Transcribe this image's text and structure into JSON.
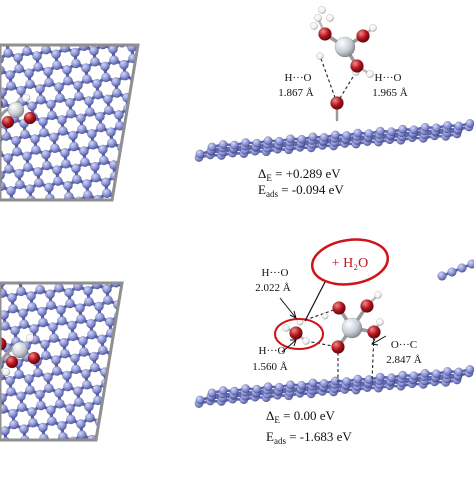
{
  "colors": {
    "carbon": "#8c94d8",
    "carbon_edge": "#5f67b4",
    "oxygen": "#b3121b",
    "hydrogen": "#f2f2f2",
    "silicon": "#c8ccd4",
    "frame": "#8f8f8f",
    "highlight": "#d0121b"
  },
  "panel_top": {
    "bond_left": {
      "name": "H···O",
      "value": "1.867 Å"
    },
    "bond_right": {
      "name": "H···O",
      "value": "1.965 Å"
    },
    "delta_e": {
      "symbol": "Δ",
      "subscript": "E",
      "value": " = +0.289 eV"
    },
    "e_ads": {
      "symbol": "E",
      "subscript": "ads",
      "value": " = -0.094 eV"
    }
  },
  "panel_bottom": {
    "water_label": "+ H₂O",
    "bond_upper": {
      "name": "H···O",
      "value": "2.022 Å"
    },
    "bond_lower": {
      "name": "H···O",
      "value": "1.560 Å"
    },
    "bond_oc": {
      "name": "O···C",
      "value": "2.847 Å"
    },
    "delta_e": {
      "symbol": "Δ",
      "subscript": "E",
      "value": " = 0.00 eV"
    },
    "e_ads": {
      "symbol": "E",
      "subscript": "ads",
      "value": " = -1.683 eV"
    }
  }
}
